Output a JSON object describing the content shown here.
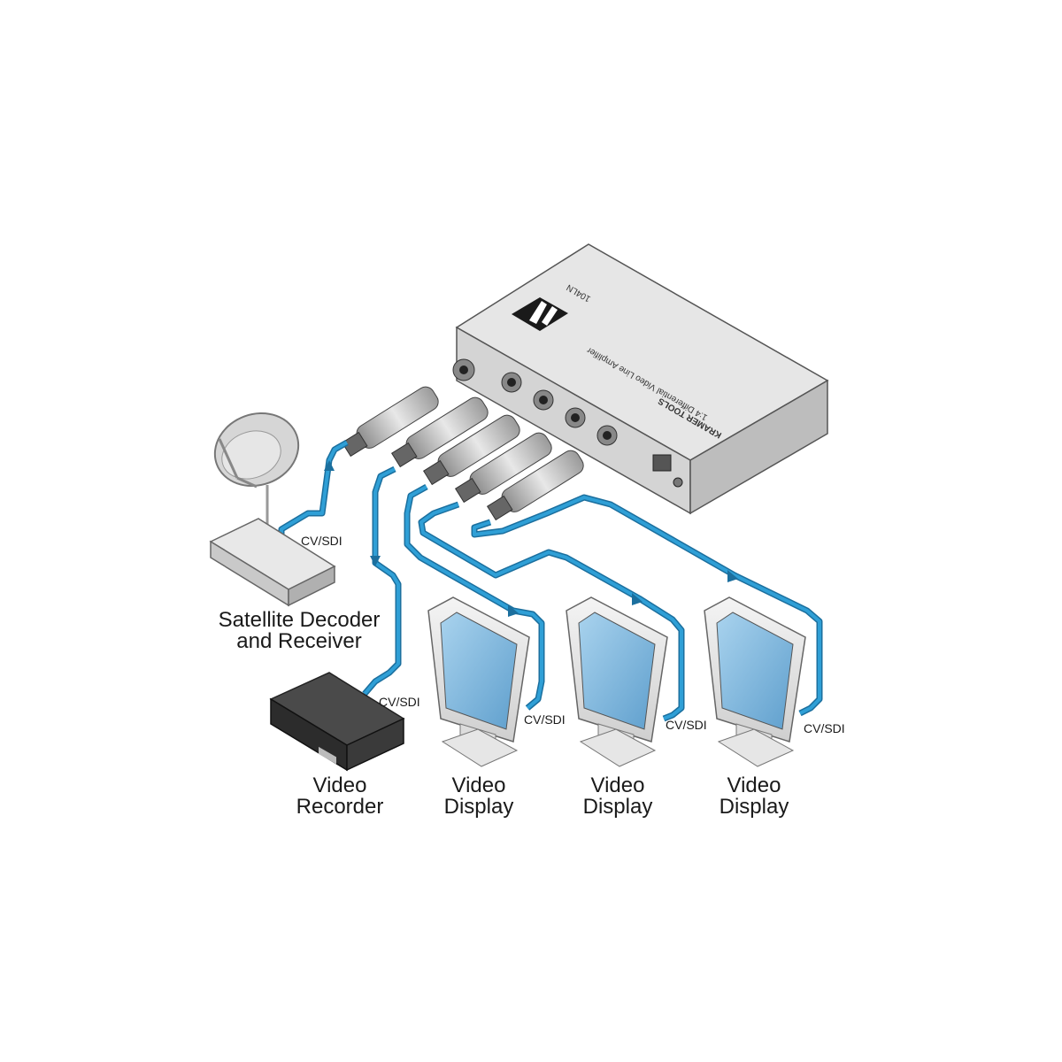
{
  "device": {
    "brand": "KRAMER TOOLS",
    "model": "104LN",
    "description": "1:4 Differential Video Line Amplifier"
  },
  "sources": {
    "satellite": {
      "label_line1": "Satellite Decoder",
      "label_line2": "and Receiver",
      "signal": "CV/SDI"
    }
  },
  "outputs": [
    {
      "label_line1": "Video",
      "label_line2": "Recorder",
      "signal": "CV/SDI"
    },
    {
      "label_line1": "Video",
      "label_line2": "Display",
      "signal": "CV/SDI"
    },
    {
      "label_line1": "Video",
      "label_line2": "Display",
      "signal": "CV/SDI"
    },
    {
      "label_line1": "Video",
      "label_line2": "Display",
      "signal": "CV/SDI"
    }
  ],
  "colors": {
    "cable": "#2f9fd6",
    "cable_dark": "#1b6f9e",
    "screen": "#7fb7dc"
  }
}
